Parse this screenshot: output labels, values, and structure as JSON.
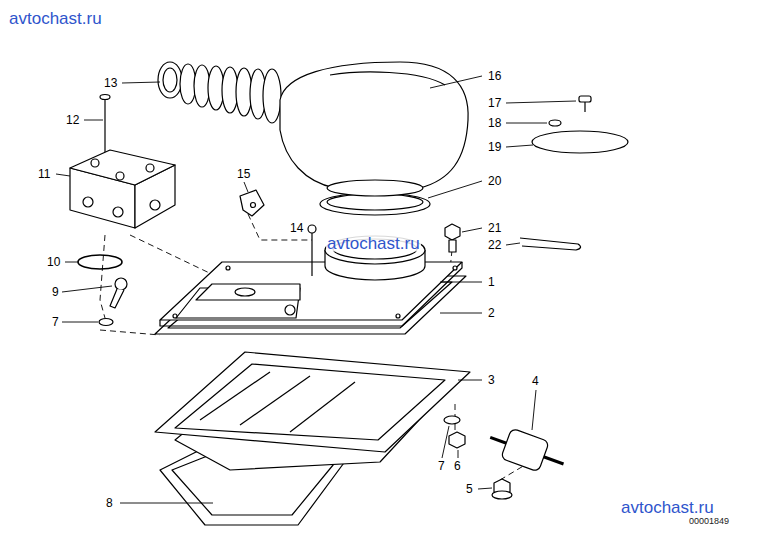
{
  "diagram": {
    "labels": [
      "avtochast.ru",
      "13",
      "16",
      "12",
      "17",
      "18",
      "19",
      "11",
      "15",
      "20",
      "14",
      "21",
      "22",
      "avtochast.ru",
      "10",
      "1",
      "9",
      "2",
      "7",
      "3",
      "4",
      "7",
      "6",
      "5",
      "8",
      "avtochast.ru",
      "00001849"
    ]
  }
}
